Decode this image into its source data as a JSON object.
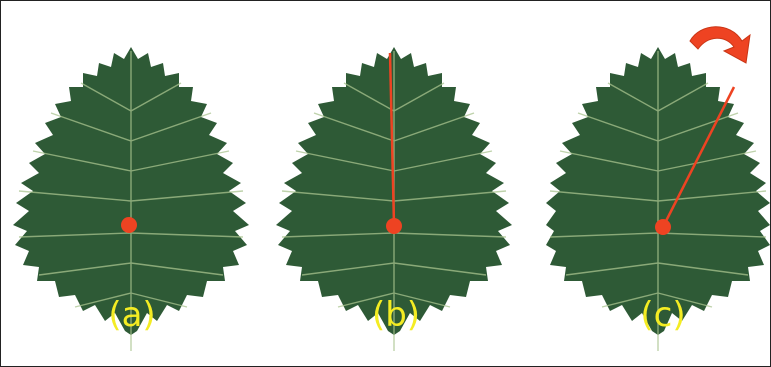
{
  "panels": [
    {
      "label": "(a)",
      "marker_color": "#ee4322",
      "line": "none"
    },
    {
      "label": "(b)",
      "marker_color": "#ee4322",
      "line": "vertical"
    },
    {
      "label": "(c)",
      "marker_color": "#ee4322",
      "line": "tilted"
    }
  ],
  "colors": {
    "leaf": "#2e5a36",
    "leaf_dark": "#1f3f26",
    "vein": "#a9c48f",
    "marker": "#ee4322",
    "label": "#f4ec23",
    "arrow": "#ee4322"
  },
  "icons": {
    "rotation": "curved-arrow-icon"
  }
}
